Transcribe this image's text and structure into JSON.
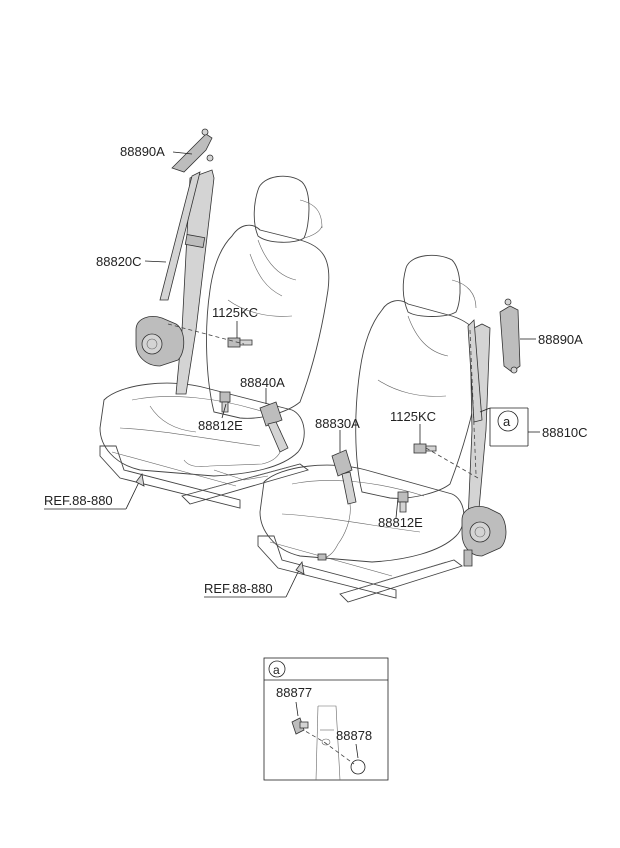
{
  "labels": {
    "guide_upper_left": "88890A",
    "belt_left": "88820C",
    "bolt_left_upper": "1125KC",
    "buckle_left": "88840A",
    "bolt_left_lower": "88812E",
    "ref_left": "REF.88-880",
    "buckle_right": "88830A",
    "bolt_right_upper": "1125KC",
    "guide_right": "88890A",
    "belt_right": "88810C",
    "bolt_right_lower": "88812E",
    "ref_right": "REF.88-880"
  },
  "callout": {
    "marker": "a",
    "detail_marker": "a",
    "part_cap": "88877",
    "part_cover": "88878"
  }
}
